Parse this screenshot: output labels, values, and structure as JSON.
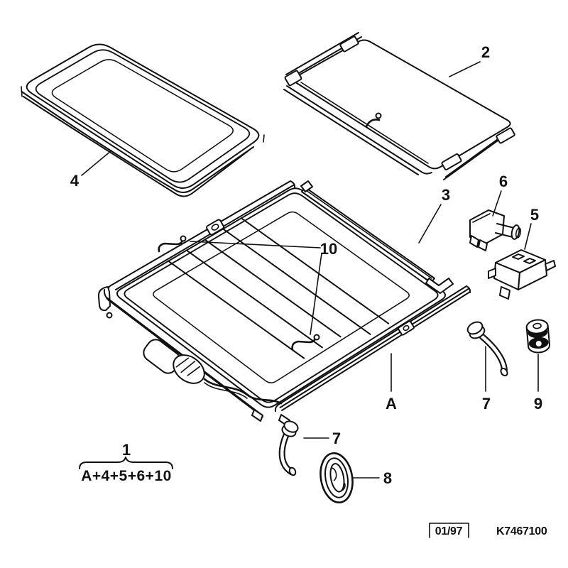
{
  "diagram": {
    "background": "#ffffff",
    "line_color": "#111111",
    "callouts": {
      "glass_panel": "4",
      "sunshade": "2",
      "deflector_rail": "3",
      "motor": "6",
      "switch_unit": "5",
      "hose_right": "7",
      "bushing": "9",
      "frame_rail": "A",
      "hose_bottom": "7",
      "grommet": "8",
      "guide_clips": "10"
    },
    "legend": {
      "group_number": "1",
      "formula": "A+4+5+6+10"
    },
    "footer": {
      "date_code": "01/97",
      "drawing_number": "K7467100"
    }
  }
}
